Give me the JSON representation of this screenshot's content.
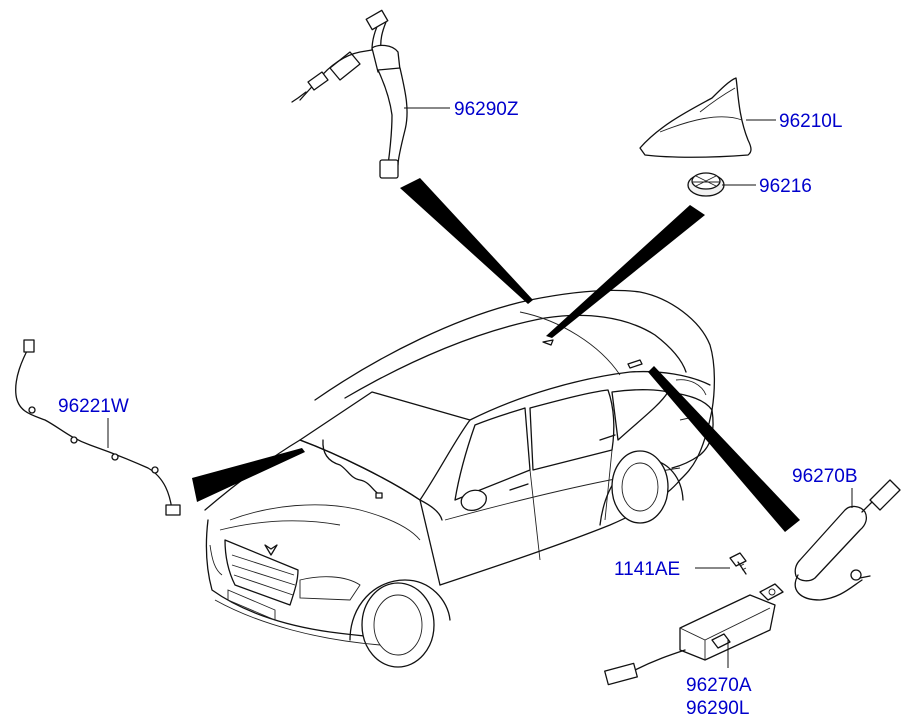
{
  "parts": [
    {
      "id": "p96290Z",
      "number": "96290Z"
    },
    {
      "id": "p96210L",
      "number": "96210L"
    },
    {
      "id": "p96216",
      "number": "96216"
    },
    {
      "id": "p96221W",
      "number": "96221W"
    },
    {
      "id": "p96270B",
      "number": "96270B"
    },
    {
      "id": "p1141AE",
      "number": "1141AE"
    },
    {
      "id": "p96270A",
      "number": "96270A"
    },
    {
      "id": "p96290L",
      "number": "96290L"
    }
  ]
}
